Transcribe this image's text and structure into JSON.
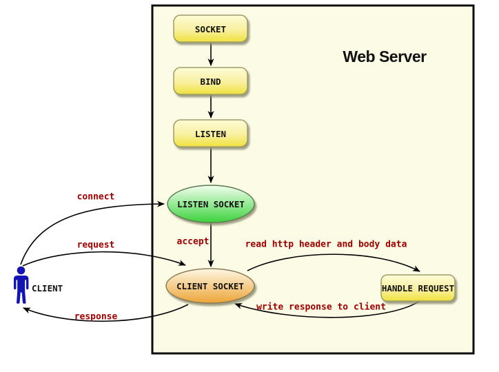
{
  "diagram": {
    "title": "Web Server",
    "nodes": {
      "socket": "SOCKET",
      "bind": "BIND",
      "listen": "LISTEN",
      "listen_socket": "LISTEN SOCKET",
      "client_socket": "CLIENT SOCKET",
      "handle_request": "HANDLE REQUEST",
      "client": "CLIENT"
    },
    "edge_labels": {
      "connect": "connect",
      "request": "request",
      "response": "response",
      "accept": "accept",
      "read_http": "read http header and body data",
      "write_response": "write response to client"
    },
    "colors": {
      "canvas_bg": "#ffffff",
      "server_box_bg": "#fbfbe6",
      "server_box_border": "#0d0d0d",
      "node_yellow_top": "#fefcd8",
      "node_yellow_bottom": "#f0e23c",
      "node_yellow_border": "#9c9c66",
      "ellipse_green_top": "#f2fff0",
      "ellipse_green_bottom": "#3dd23d",
      "ellipse_green_border": "#5a7a50",
      "ellipse_orange_top": "#fef7e4",
      "ellipse_orange_bottom": "#eca437",
      "ellipse_orange_border": "#8a7a55",
      "edge_label_red": "#a10000",
      "client_blue": "#1414b4",
      "arrow_black": "#000000"
    }
  }
}
